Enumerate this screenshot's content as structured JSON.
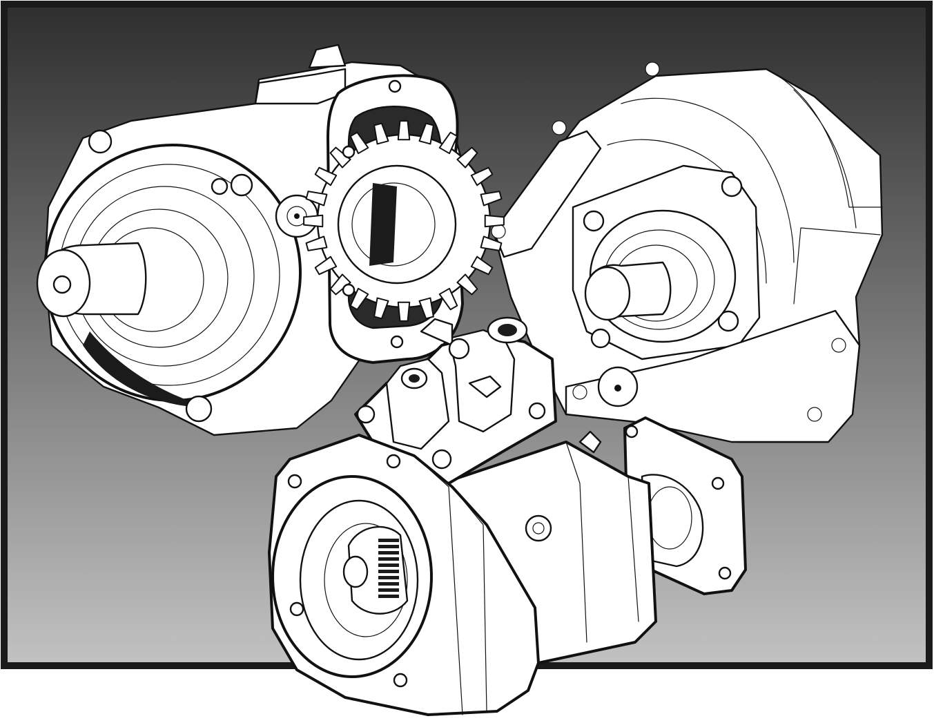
{
  "illustration": {
    "subject": [
      "pto-unit-left",
      "pto-unit-right",
      "pto-unit-front"
    ],
    "style": "line-art",
    "colors": {
      "frame": "#1a1a1a",
      "gradient_top": "#2e2e2e",
      "gradient_bottom": "#c2c2c2",
      "part_fill": "#ffffff",
      "ink": "#111111",
      "shadow": "#1b1b1b"
    }
  }
}
